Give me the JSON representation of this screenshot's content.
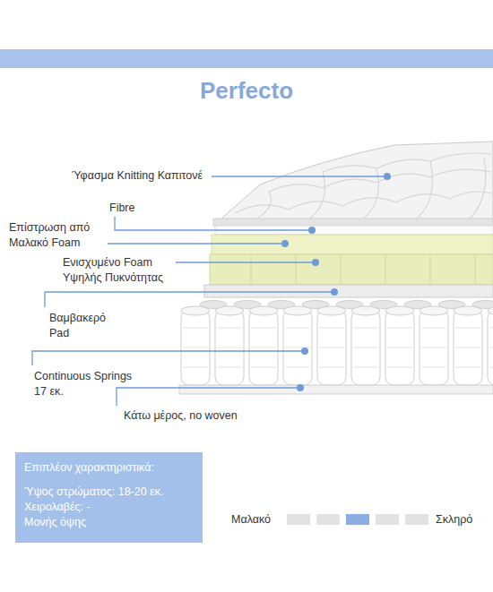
{
  "diagram": {
    "title": "Perfecto",
    "nodes": [
      {
        "text": [
          "Επιπλέον χαρακτηριστικά:",
          "Ύψος στρώματος: 18-20 εκ.",
          "Χειρολαβές: -",
          "Μονής όψης"
        ]
      }
    ],
    "labels": [
      "Ύφασμα Knitting Καπιτονέ",
      "Fibre",
      "Επίστρωση από Μαλακό Foam",
      "Ενισχυμένο Foam Υψηλής Πυκνότητας",
      "Βαμβακερό Pad",
      "Continuous Springs 17 εκ.",
      "Κάτω μέρος, no woven",
      "Μαλακό",
      "Σκληρό"
    ]
  }
}
